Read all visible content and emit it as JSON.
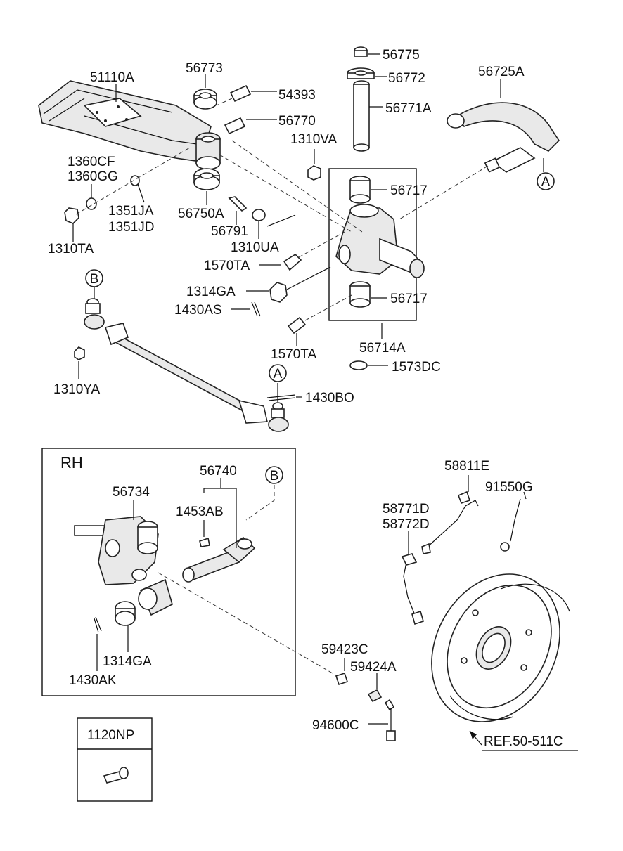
{
  "diagram": {
    "section_label": "RH",
    "callouts": [
      "A",
      "B"
    ],
    "parts": [
      "51110A",
      "56773",
      "54393",
      "56770",
      "56775",
      "56772",
      "56771A",
      "56725A",
      "1310VA",
      "1360CF",
      "1360GG",
      "1351JA",
      "1351JD",
      "1310TA",
      "56750A",
      "56791",
      "1310UA",
      "56717",
      "1570TA",
      "1314GA",
      "1430AS",
      "56714A",
      "1573DC",
      "1310YA",
      "1430BO",
      "56740",
      "56734",
      "1453AB",
      "1430AK",
      "58811E",
      "91550G",
      "58771D",
      "58772D",
      "59423C",
      "59424A",
      "94600C",
      "1120NP"
    ],
    "reference": "REF.50-511C"
  }
}
